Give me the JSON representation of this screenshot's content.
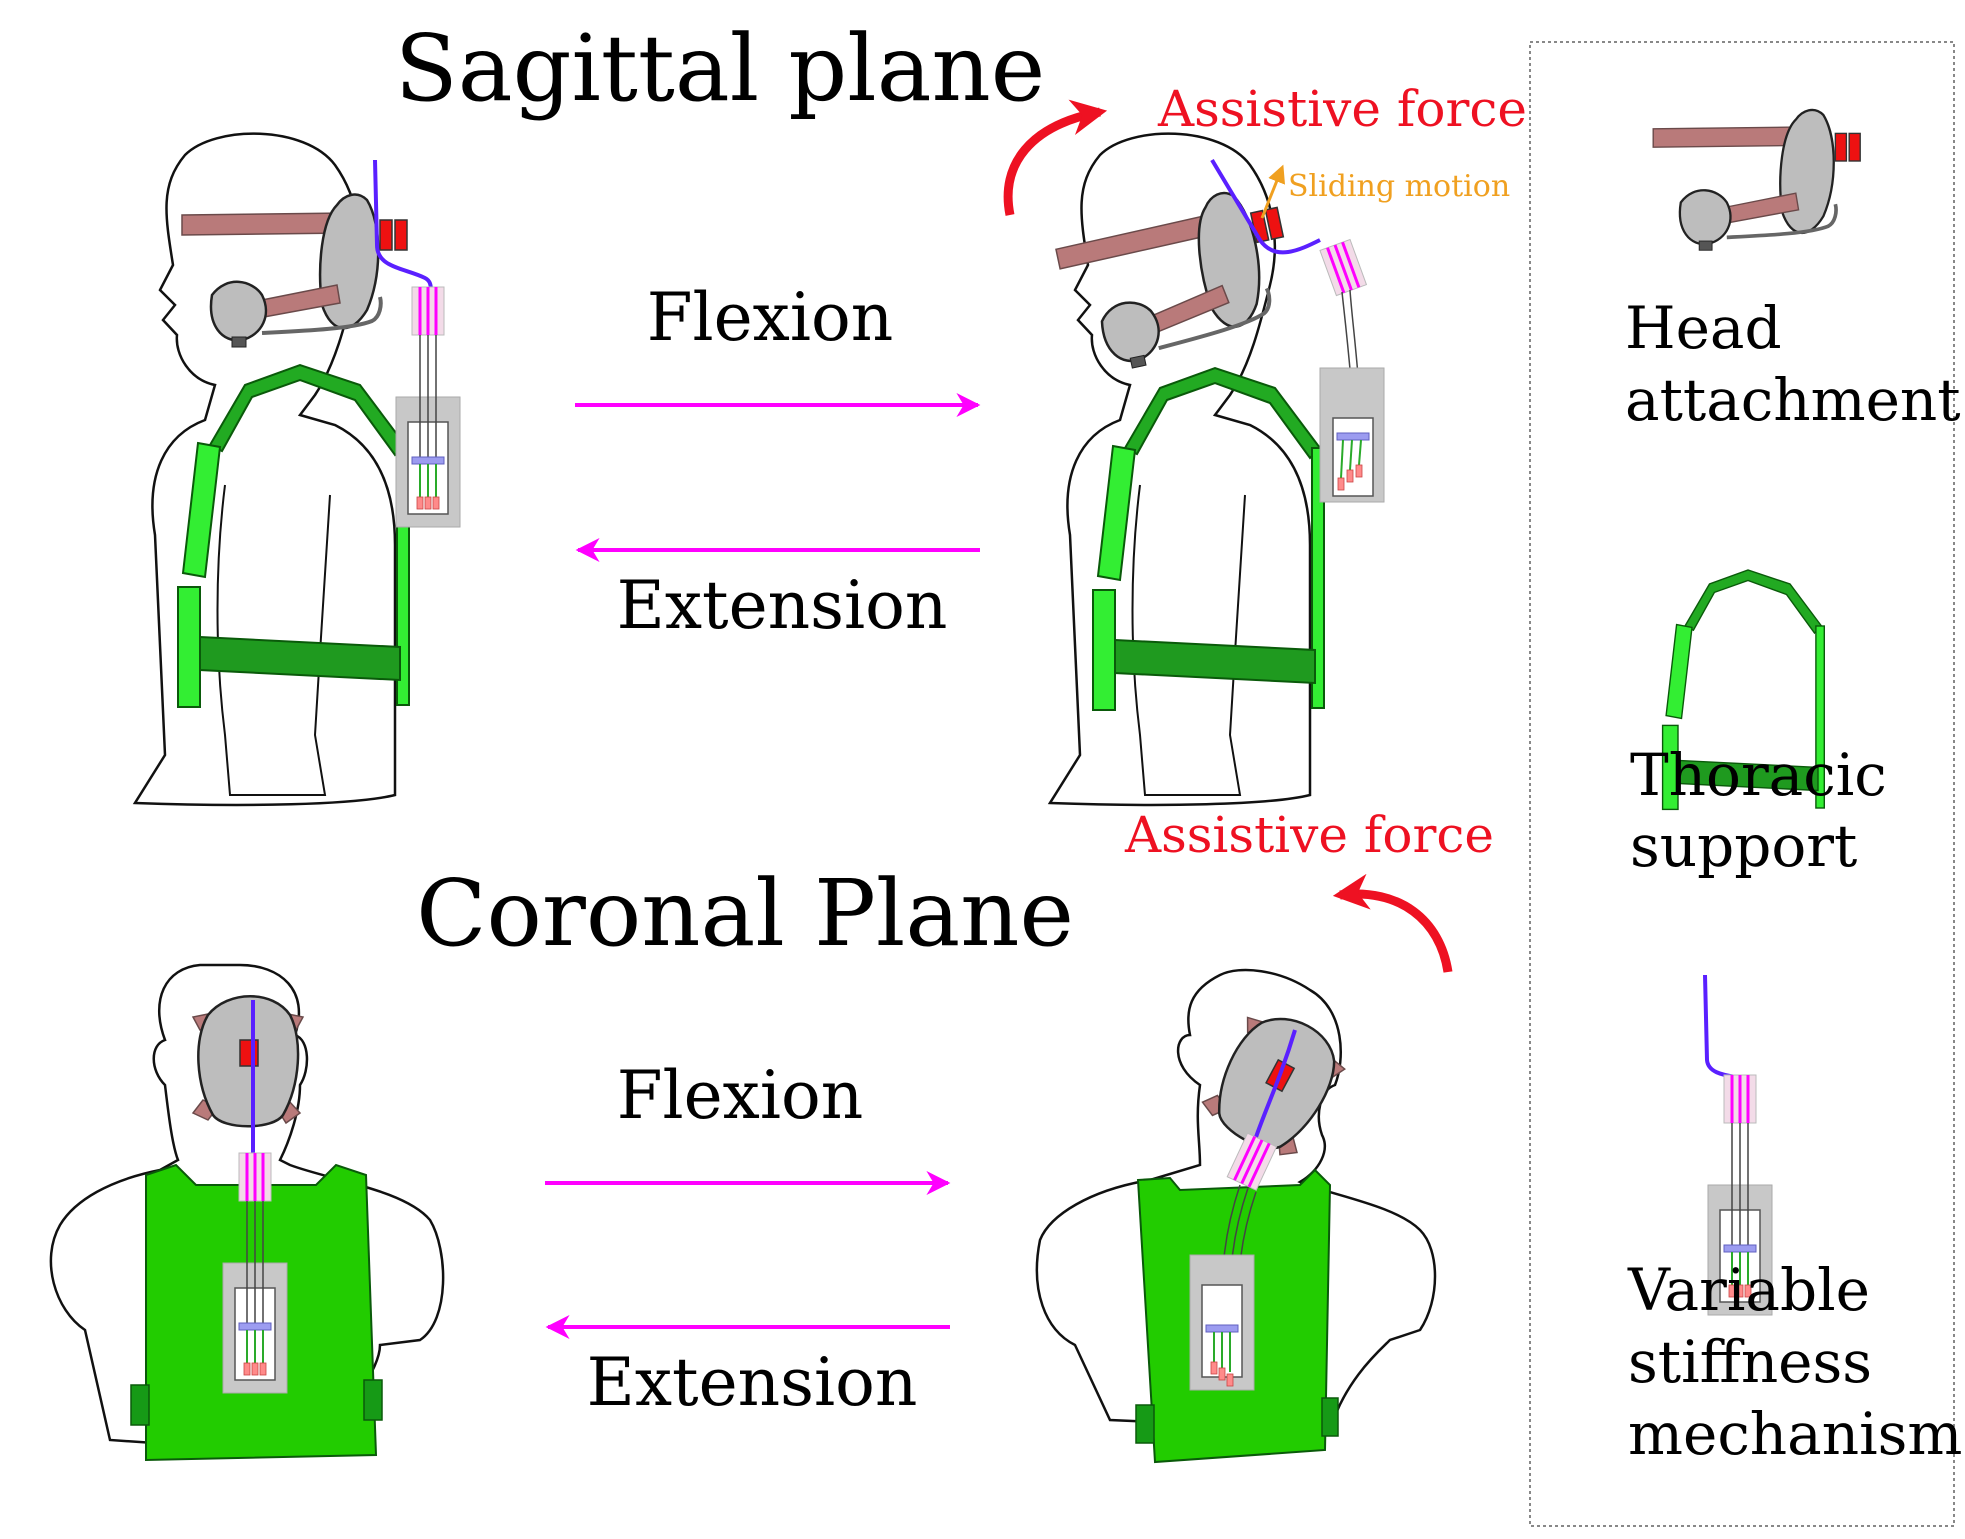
{
  "titles": {
    "sagittal": "Sagittal plane",
    "coronal": "Coronal Plane"
  },
  "sagittal": {
    "flexion": "Flexion",
    "extension": "Extension",
    "assistive_force": "Assistive force",
    "sliding_motion": "Sliding motion"
  },
  "coronal": {
    "flexion": "Flexion",
    "extension": "Extension",
    "assistive_force": "Assistive force"
  },
  "legend": {
    "head": [
      "Head",
      "attachment"
    ],
    "thoracic": [
      "Thoracic",
      "support"
    ],
    "mechanism": [
      "Variable",
      "stiffness",
      "mechanism"
    ]
  },
  "colors": {
    "arrow": "#ff00ff",
    "assistive": "#ee1122",
    "sliding": "#f0a020",
    "strap": "#b97a7a",
    "green_light": "#22ee22",
    "green_dark": "#1a9a1a",
    "gray": "#bdbdbd",
    "cable": "#5a20ff"
  }
}
